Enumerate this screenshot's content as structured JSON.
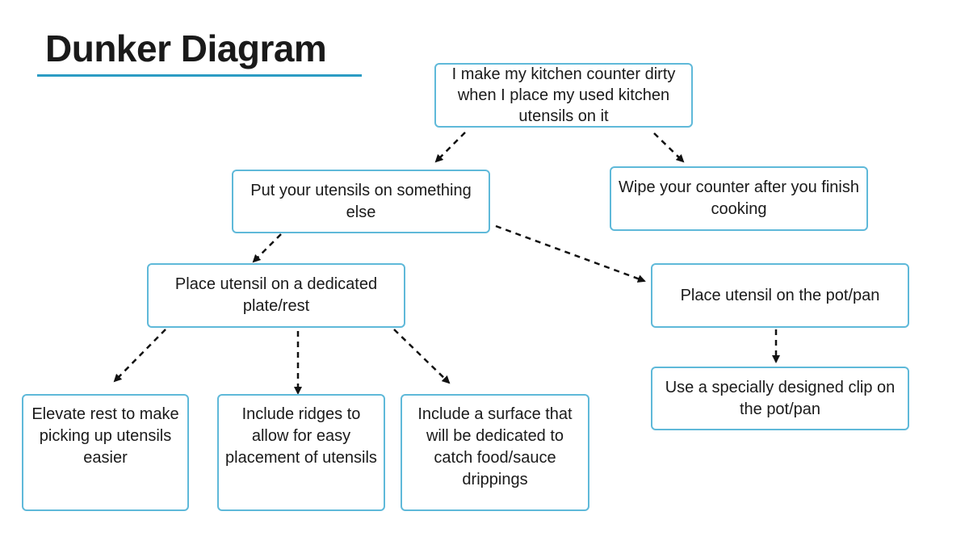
{
  "title": "Dunker Diagram",
  "colors": {
    "box_border": "#5fb9d9",
    "title_rule": "#2b9cc4",
    "connector": "#111111"
  },
  "nodes": {
    "root": "I make my kitchen counter dirty when I place my used kitchen utensils on it",
    "put_elsewhere": "Put your utensils on something else",
    "wipe_counter": "Wipe your counter after you finish cooking",
    "dedicated_rest": "Place utensil on a dedicated plate/rest",
    "on_pot": "Place utensil on the pot/pan",
    "elevate_rest": "Elevate rest to make picking up utensils easier",
    "ridges": "Include ridges to allow for easy placement of utensils",
    "drip_surface": "Include a surface that will be dedicated to catch food/sauce drippings",
    "clip": "Use a specially designed clip on the pot/pan"
  },
  "edges": [
    [
      "root",
      "put_elsewhere"
    ],
    [
      "root",
      "wipe_counter"
    ],
    [
      "put_elsewhere",
      "dedicated_rest"
    ],
    [
      "put_elsewhere",
      "on_pot"
    ],
    [
      "dedicated_rest",
      "elevate_rest"
    ],
    [
      "dedicated_rest",
      "ridges"
    ],
    [
      "dedicated_rest",
      "drip_surface"
    ],
    [
      "on_pot",
      "clip"
    ]
  ]
}
